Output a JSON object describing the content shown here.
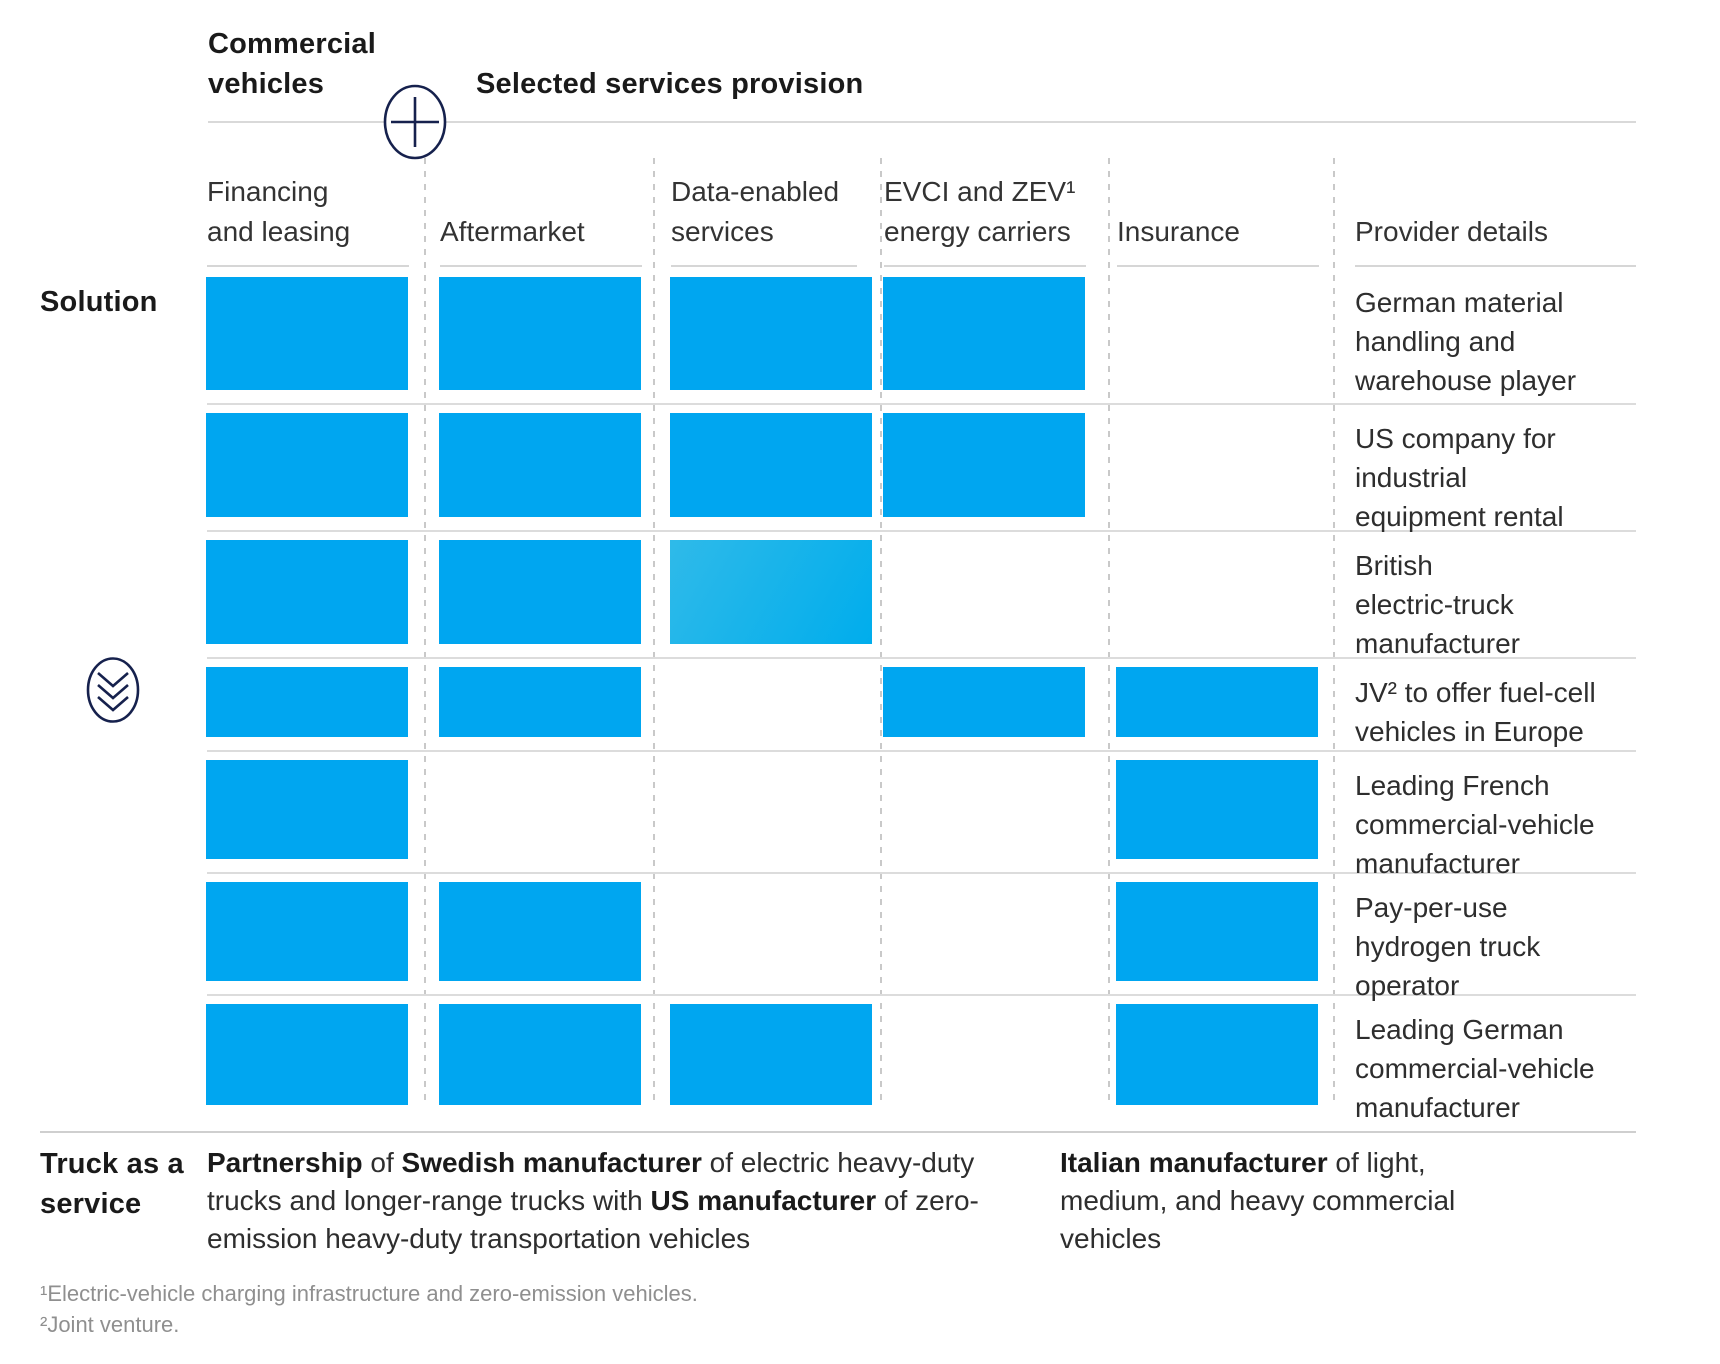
{
  "header": {
    "row_axis_title": "Commercial vehicles",
    "col_axis_title": "Selected services provision",
    "column_lines": [
      [
        "Financing",
        "and leasing"
      ],
      [
        "Aftermarket"
      ],
      [
        "Data-enabled",
        "services"
      ],
      [
        "EVCI and ZEV¹",
        "energy carriers"
      ],
      [
        "Insurance"
      ],
      [
        "Provider details"
      ]
    ]
  },
  "left_labels": {
    "solution": "Solution",
    "truck_as_service_label": "Truck as a service"
  },
  "icons": {
    "plus_icon": "plus-circle-icon",
    "chevron_icon": "triple-chevron-down-icon"
  },
  "chart_data": {
    "type": "table",
    "title": "Commercial vehicles — Selected services provision",
    "columns": [
      "Financing and leasing",
      "Aftermarket",
      "Data-enabled services",
      "EVCI and ZEV¹ energy carriers",
      "Insurance"
    ],
    "rows": [
      {
        "provider": "German material handling and warehouse player",
        "provider_lines": [
          "German material",
          "handling and",
          "warehouse player"
        ],
        "services": [
          true,
          true,
          true,
          true,
          false
        ],
        "light_cells": []
      },
      {
        "provider": "US company for industrial equipment rental",
        "provider_lines": [
          "US company for",
          "industrial",
          "equipment rental"
        ],
        "services": [
          true,
          true,
          true,
          true,
          false
        ],
        "light_cells": []
      },
      {
        "provider": "British electric-truck manufacturer",
        "provider_lines": [
          "British",
          "electric-truck",
          "manufacturer"
        ],
        "services": [
          true,
          true,
          true,
          false,
          false
        ],
        "light_cells": [
          2
        ]
      },
      {
        "provider": "JV² to offer fuel-cell vehicles in Europe",
        "provider_lines": [
          "JV² to offer fuel-cell",
          "vehicles in Europe"
        ],
        "services": [
          true,
          true,
          false,
          true,
          true
        ],
        "light_cells": []
      },
      {
        "provider": "Leading French commercial-vehicle manufacturer",
        "provider_lines": [
          "Leading French",
          "commercial-vehicle",
          "manufacturer"
        ],
        "services": [
          true,
          false,
          false,
          false,
          true
        ],
        "light_cells": []
      },
      {
        "provider": "Pay-per-use hydrogen truck operator",
        "provider_lines": [
          "Pay-per-use",
          "hydrogen truck",
          "operator"
        ],
        "services": [
          true,
          true,
          false,
          false,
          true
        ],
        "light_cells": []
      },
      {
        "provider": "Leading German commercial-vehicle manufacturer",
        "provider_lines": [
          "Leading German",
          "commercial-vehicle",
          "manufacturer"
        ],
        "services": [
          true,
          true,
          true,
          false,
          true
        ],
        "light_cells": []
      }
    ],
    "legend": "Filled blue cell = service provided by the player",
    "grid": "dashed vertical column separators, light horizontal row separators"
  },
  "truck_as_a_service": {
    "label": "Truck as a service",
    "items": [
      {
        "segments": [
          {
            "text": "Partnership",
            "bold": true
          },
          {
            "text": " of ",
            "bold": false
          },
          {
            "text": "Swedish manufacturer",
            "bold": true
          },
          {
            "text": " of electric heavy-duty trucks and longer-range trucks with ",
            "bold": false
          },
          {
            "text": "US manufacturer",
            "bold": true
          },
          {
            "text": " of zero-emission heavy-duty transportation vehicles",
            "bold": false
          }
        ]
      },
      {
        "segments": [
          {
            "text": "Italian manufacturer",
            "bold": true
          },
          {
            "text": " of light, medium, and heavy commercial vehicles",
            "bold": false
          }
        ]
      }
    ]
  },
  "footnotes": [
    "¹Electric-vehicle charging infrastructure and zero-emission vehicles.",
    "²Joint venture."
  ],
  "colors": {
    "cell_blue": "#00a6f0",
    "cell_blue_light_start": "#2fbae9",
    "cell_blue_light_end": "#00adec",
    "icon_navy": "#16214d",
    "separator_gray": "#d9d9d9",
    "footnote_gray": "#8f8f8f"
  }
}
